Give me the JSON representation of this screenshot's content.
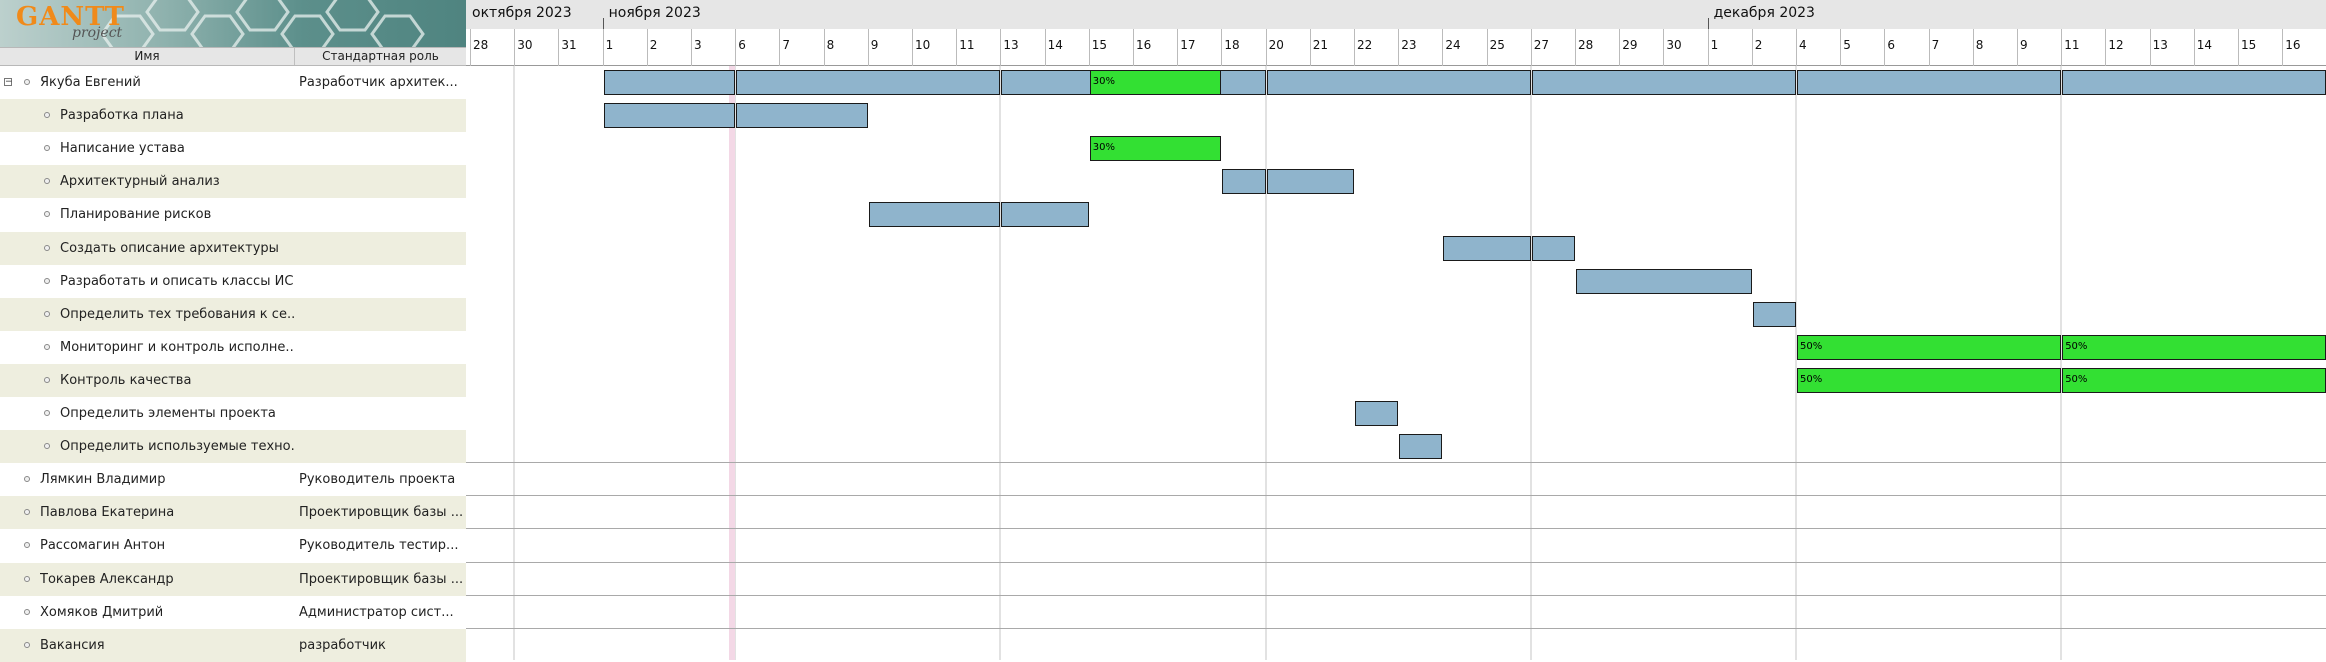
{
  "logo": {
    "word": "GANTT",
    "sub": "project"
  },
  "columns": {
    "name": "Имя",
    "role": "Стандартная роль"
  },
  "rows": [
    {
      "name": "Якуба Евгений",
      "role": "Разработчик архитек...",
      "level": 0,
      "expandable": true
    },
    {
      "name": "Разработка плана",
      "role": "",
      "level": 1
    },
    {
      "name": "Написание устава",
      "role": "",
      "level": 1
    },
    {
      "name": "Архитектурный анализ",
      "role": "",
      "level": 1
    },
    {
      "name": "Планирование рисков",
      "role": "",
      "level": 1
    },
    {
      "name": "Создать описание архитектуры",
      "role": "",
      "level": 1
    },
    {
      "name": "Разработать и описать классы ИС",
      "role": "",
      "level": 1
    },
    {
      "name": "Определить тех требования к се...",
      "role": "",
      "level": 1
    },
    {
      "name": "Мониторинг и контроль исполне...",
      "role": "",
      "level": 1
    },
    {
      "name": "Контроль качества",
      "role": "",
      "level": 1
    },
    {
      "name": "Определить элементы проекта",
      "role": "",
      "level": 1
    },
    {
      "name": "Определить используемые техно...",
      "role": "",
      "level": 1
    },
    {
      "name": "Лямкин Владимир",
      "role": "Руководитель проекта",
      "level": 0
    },
    {
      "name": "Павлова Екатерина",
      "role": "Проектировщик базы ...",
      "level": 0
    },
    {
      "name": "Рассомагин Антон",
      "role": "Руководитель тестир...",
      "level": 0
    },
    {
      "name": "Токарев Александр",
      "role": "Проектировщик базы ...",
      "level": 0
    },
    {
      "name": "Хомяков Дмитрий",
      "role": "Администратор сист...",
      "level": 0
    },
    {
      "name": "Вакансия",
      "role": "разработчик",
      "level": 0
    }
  ],
  "timeline": {
    "months": [
      {
        "label": "октября 2023",
        "start_index": 0
      },
      {
        "label": "ноября 2023",
        "start_index": 3
      },
      {
        "label": "декабря 2023",
        "start_index": 28
      }
    ],
    "days": [
      "28",
      "30",
      "31",
      "1",
      "2",
      "3",
      "6",
      "7",
      "8",
      "9",
      "10",
      "11",
      "13",
      "14",
      "15",
      "16",
      "17",
      "18",
      "20",
      "21",
      "22",
      "23",
      "24",
      "25",
      "27",
      "28",
      "29",
      "30",
      "1",
      "2",
      "4",
      "5",
      "6",
      "7",
      "8",
      "9",
      "11",
      "12",
      "13",
      "14",
      "15",
      "16"
    ]
  },
  "bars": [
    {
      "row": 0,
      "from": "2023-11-01",
      "to": "2023-11-04"
    },
    {
      "row": 0,
      "from": "2023-11-06",
      "to": "2023-11-12"
    },
    {
      "row": 0,
      "from": "2023-11-13",
      "to": "2023-11-19"
    },
    {
      "row": 0,
      "from": "2023-11-15",
      "to": "2023-11-17",
      "color": "green",
      "progress": "30%"
    },
    {
      "row": 0,
      "from": "2023-11-20",
      "to": "2023-11-26"
    },
    {
      "row": 0,
      "from": "2023-11-27",
      "to": "2023-12-03"
    },
    {
      "row": 0,
      "from": "2023-12-04",
      "to": "2023-12-10"
    },
    {
      "row": 0,
      "from": "2023-12-11",
      "to": "2023-12-16"
    },
    {
      "row": 1,
      "from": "2023-11-01",
      "to": "2023-11-04"
    },
    {
      "row": 1,
      "from": "2023-11-06",
      "to": "2023-11-08"
    },
    {
      "row": 2,
      "from": "2023-11-15",
      "to": "2023-11-17",
      "color": "green",
      "progress": "30%"
    },
    {
      "row": 3,
      "from": "2023-11-18",
      "to": "2023-11-18"
    },
    {
      "row": 3,
      "from": "2023-11-20",
      "to": "2023-11-21"
    },
    {
      "row": 4,
      "from": "2023-11-09",
      "to": "2023-11-12"
    },
    {
      "row": 4,
      "from": "2023-11-13",
      "to": "2023-11-14"
    },
    {
      "row": 5,
      "from": "2023-11-24",
      "to": "2023-11-26"
    },
    {
      "row": 5,
      "from": "2023-11-27",
      "to": "2023-11-27"
    },
    {
      "row": 6,
      "from": "2023-11-28",
      "to": "2023-12-01"
    },
    {
      "row": 7,
      "from": "2023-12-02",
      "to": "2023-12-02"
    },
    {
      "row": 8,
      "from": "2023-12-04",
      "to": "2023-12-10",
      "color": "green",
      "progress": "50%"
    },
    {
      "row": 8,
      "from": "2023-12-11",
      "to": "2023-12-16",
      "color": "green",
      "progress": "50%"
    },
    {
      "row": 9,
      "from": "2023-12-04",
      "to": "2023-12-10",
      "color": "green",
      "progress": "50%"
    },
    {
      "row": 9,
      "from": "2023-12-11",
      "to": "2023-12-16",
      "color": "green",
      "progress": "50%"
    },
    {
      "row": 10,
      "from": "2023-11-22",
      "to": "2023-11-22"
    },
    {
      "row": 11,
      "from": "2023-11-23",
      "to": "2023-11-23"
    }
  ],
  "colors": {
    "bar": "#8fb4cc",
    "bar_progress": "#33e033",
    "row_alt": "#eeeedf",
    "today_band": "#f3d8e6"
  }
}
